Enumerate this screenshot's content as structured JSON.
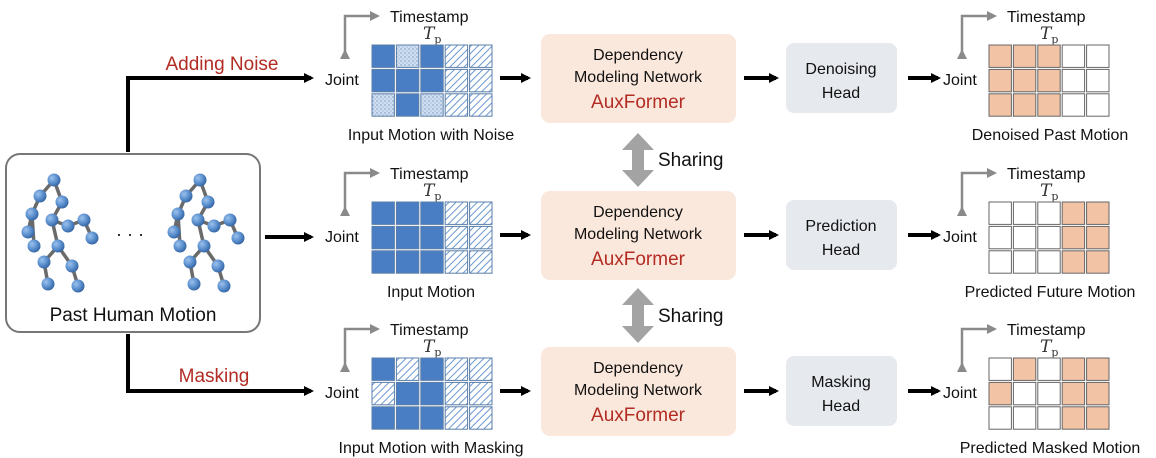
{
  "left_panel": {
    "label": "Past Human Motion",
    "ellipsis": "· · ·"
  },
  "branch_labels": {
    "noise": "Adding Noise",
    "mask": "Masking"
  },
  "axis": {
    "timestamp": "Timestamp",
    "tp_main": "T",
    "tp_sub": "p",
    "joint": "Joint"
  },
  "sharing": "Sharing",
  "rows": [
    {
      "input_caption": "Input Motion with Noise",
      "network_line1": "Dependency",
      "network_line2": "Modeling Network",
      "network_name": "AuxFormer",
      "head_line1": "Denoising",
      "head_line2": "Head",
      "output_caption": "Denoised Past Motion",
      "input_grid": [
        [
          "B",
          "N",
          "B",
          "H",
          "H"
        ],
        [
          "B",
          "B",
          "B",
          "H",
          "H"
        ],
        [
          "N",
          "B",
          "N",
          "H",
          "H"
        ]
      ],
      "output_grid": [
        [
          "O",
          "O",
          "O",
          "W",
          "W"
        ],
        [
          "O",
          "O",
          "O",
          "W",
          "W"
        ],
        [
          "O",
          "O",
          "O",
          "W",
          "W"
        ]
      ]
    },
    {
      "input_caption": "Input Motion",
      "network_line1": "Dependency",
      "network_line2": "Modeling Network",
      "network_name": "AuxFormer",
      "head_line1": "Prediction",
      "head_line2": "Head",
      "output_caption": "Predicted Future Motion",
      "input_grid": [
        [
          "B",
          "B",
          "B",
          "H",
          "H"
        ],
        [
          "B",
          "B",
          "B",
          "H",
          "H"
        ],
        [
          "B",
          "B",
          "B",
          "H",
          "H"
        ]
      ],
      "output_grid": [
        [
          "W",
          "W",
          "W",
          "O",
          "O"
        ],
        [
          "W",
          "W",
          "W",
          "O",
          "O"
        ],
        [
          "W",
          "W",
          "W",
          "O",
          "O"
        ]
      ]
    },
    {
      "input_caption": "Input Motion with Masking",
      "network_line1": "Dependency",
      "network_line2": "Modeling Network",
      "network_name": "AuxFormer",
      "head_line1": "Masking",
      "head_line2": "Head",
      "output_caption": "Predicted Masked Motion",
      "input_grid": [
        [
          "B",
          "H",
          "B",
          "H",
          "H"
        ],
        [
          "H",
          "B",
          "B",
          "H",
          "H"
        ],
        [
          "B",
          "B",
          "B",
          "H",
          "H"
        ]
      ],
      "output_grid": [
        [
          "W",
          "O",
          "W",
          "O",
          "O"
        ],
        [
          "O",
          "W",
          "W",
          "O",
          "O"
        ],
        [
          "W",
          "W",
          "W",
          "O",
          "O"
        ]
      ]
    }
  ],
  "colors": {
    "joint_blue": "#5b8fce",
    "cell_blue": "#4a7ec4",
    "hatch_blue": "#6a98cf",
    "output_orange": "#f2c3a5",
    "network_bg": "#fbe8dc",
    "head_bg": "#e6e9ee",
    "accent_red": "#b22c24",
    "gray_arrow": "#a3a3a3"
  }
}
